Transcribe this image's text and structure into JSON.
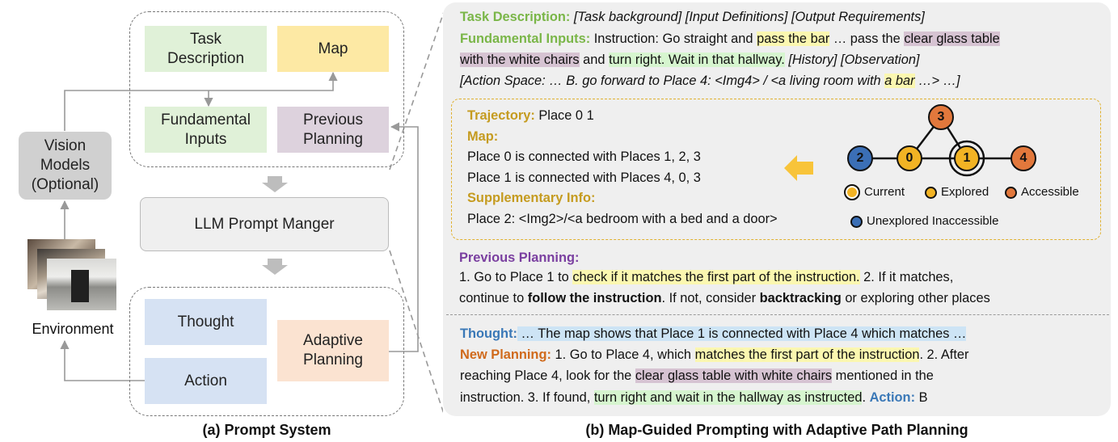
{
  "left": {
    "boxes": {
      "task_description": "Task\nDescription",
      "map": "Map",
      "fundamental_inputs": "Fundamental\nInputs",
      "previous_planning": "Previous\nPlanning",
      "vision_models": "Vision\nModels\n(Optional)",
      "llm_prompt_manager": "LLM Prompt Manger",
      "thought": "Thought",
      "adaptive_planning": "Adaptive\nPlanning",
      "action": "Action",
      "environment": "Environment"
    },
    "caption": "(a) Prompt System"
  },
  "right": {
    "caption": "(b) Map-Guided Prompting with Adaptive Path Planning",
    "task_label": "Task Description:",
    "task_text": " [Task background] [Input Definitions] [Output Requirements]",
    "fund_label": "Fundamental Inputs:",
    "fund_t1": " Instruction: Go straight and ",
    "fund_h1": "pass the bar",
    "fund_t2": " … pass the ",
    "fund_h2": "clear glass table",
    "line3_h1": "with the white chairs",
    "line3_t1": " and ",
    "line3_h2": "turn right. Wait in that hallway.",
    "line3_t2": "  [History] [Observation]",
    "line4_t1": "[Action Space: … B. go forward to Place 4:  <Img4> / <a living room with ",
    "line4_h1": "a bar",
    "line4_t2": " …> …]",
    "traj_label": "Trajectory:",
    "traj_text": " Place 0 1",
    "map_label": "Map:",
    "map_line1": "Place 0 is connected with Places 1, 2, 3",
    "map_line2": "Place 1 is connected with Places 4, 0, 3",
    "supp_label": "Supplementary Info:",
    "supp_text": "Place 2: <Img2>/<a bedroom with a bed and a door>",
    "graph_nodes": {
      "n3": "3",
      "n2": "2",
      "n0": "0",
      "n1": "1",
      "n4": "4"
    },
    "legend": {
      "current": "Current",
      "explored": "Explored",
      "accessible": "Accessible",
      "unexplored": "Unexplored Inaccessible"
    },
    "prev_label": "Previous Planning:",
    "prev_t1": "1. Go to Place 1 to ",
    "prev_h1": "check if it matches the first part of the instruction.",
    "prev_t2": "  2. If it matches,",
    "prev2_t1": "continue to ",
    "prev2_b1": "follow the instruction",
    "prev2_t2": ". If not, consider ",
    "prev2_b2": "backtracking",
    "prev2_t3": " or exploring other places",
    "thought_label": "Thought:",
    "thought_text": "  … The map shows that Place 1 is connected with Place 4 which matches …",
    "newplan_label": "New Planning:",
    "np_t1": " 1. Go to Place 4, which ",
    "np_h1": "matches the first part of the instruction",
    "np_t2": ". 2. After",
    "np2_t1": "reaching Place 4, look for the ",
    "np2_h1": "clear glass table with white chairs",
    "np2_t2": " mentioned in the",
    "np3_t1": "instruction. 3. If found, ",
    "np3_h1": "turn right and wait in the hallway as instructed",
    "np3_t2": ". ",
    "action_label": "Action:",
    "action_value": " B"
  },
  "colors": {
    "green_box": "#e0f1d8",
    "yellow_box": "#fde9a4",
    "purple_box": "#ddd2dd",
    "blue_box": "#d6e2f3",
    "peach_box": "#fbe3d1",
    "gray_box": "#d0d0d0",
    "node_blue": "#3b6fb6",
    "node_yellow": "#f2b324",
    "node_orange": "#e2783c"
  }
}
